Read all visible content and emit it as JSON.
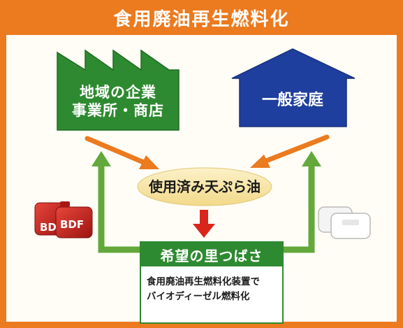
{
  "header": {
    "title": "食用廃油再生燃料化"
  },
  "nodes": {
    "factory": {
      "line1": "地域の企業",
      "line2": "事業所・商店"
    },
    "house": {
      "label": "一般家庭"
    },
    "oil": {
      "label": "使用済み天ぷら油"
    },
    "facility": {
      "title": "希望の里つばさ",
      "desc_line1": "食用廃油再生燃料化装置で",
      "desc_line2": "バイオディーゼル燃料化"
    }
  },
  "containers": {
    "back_label": "BD",
    "front_label": "BDF"
  },
  "colors": {
    "orange": "#ec7a1e",
    "green": "#2e8a30",
    "blue": "#1f3f9e",
    "oil_fill": "#f7e6a8",
    "red_arrow": "#d9261c",
    "can_red": "#c8231c"
  }
}
